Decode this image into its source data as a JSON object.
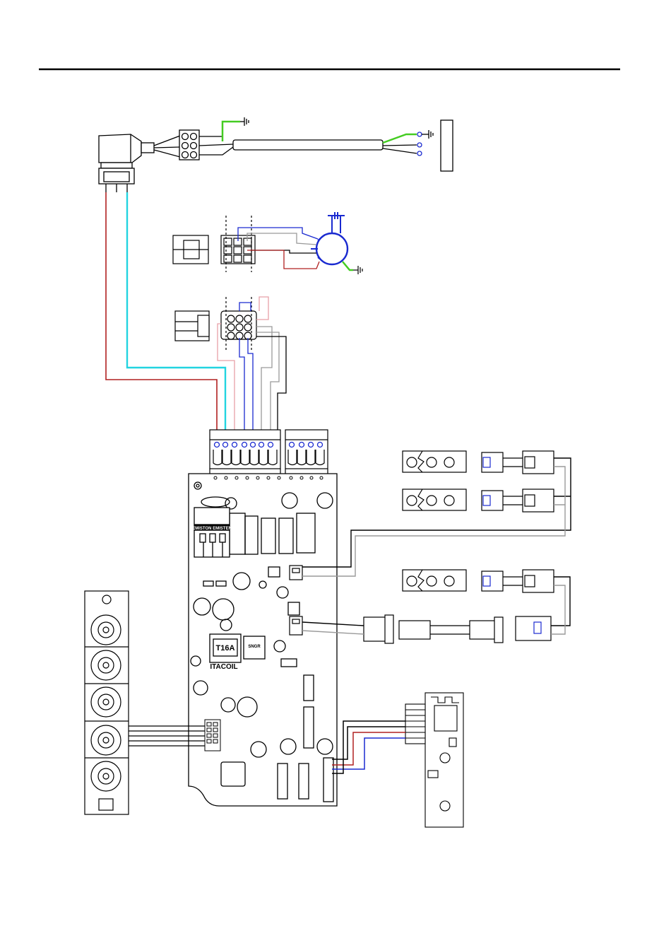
{
  "labels": {
    "transformer_top": "EMISTON EMISTEN",
    "fuse": "T16A",
    "brand": "ITACOIL",
    "ic_chip": "SNGR"
  },
  "colors": {
    "wire_black": "#000000",
    "wire_cyan": "#22d4e0",
    "wire_red": "#b02020",
    "wire_blue": "#1a2ad0",
    "wire_grey": "#9a9a9a",
    "wire_pink": "#e8a0a8",
    "wire_green": "#44cc22",
    "terminal_blue": "#1a2ad0"
  }
}
